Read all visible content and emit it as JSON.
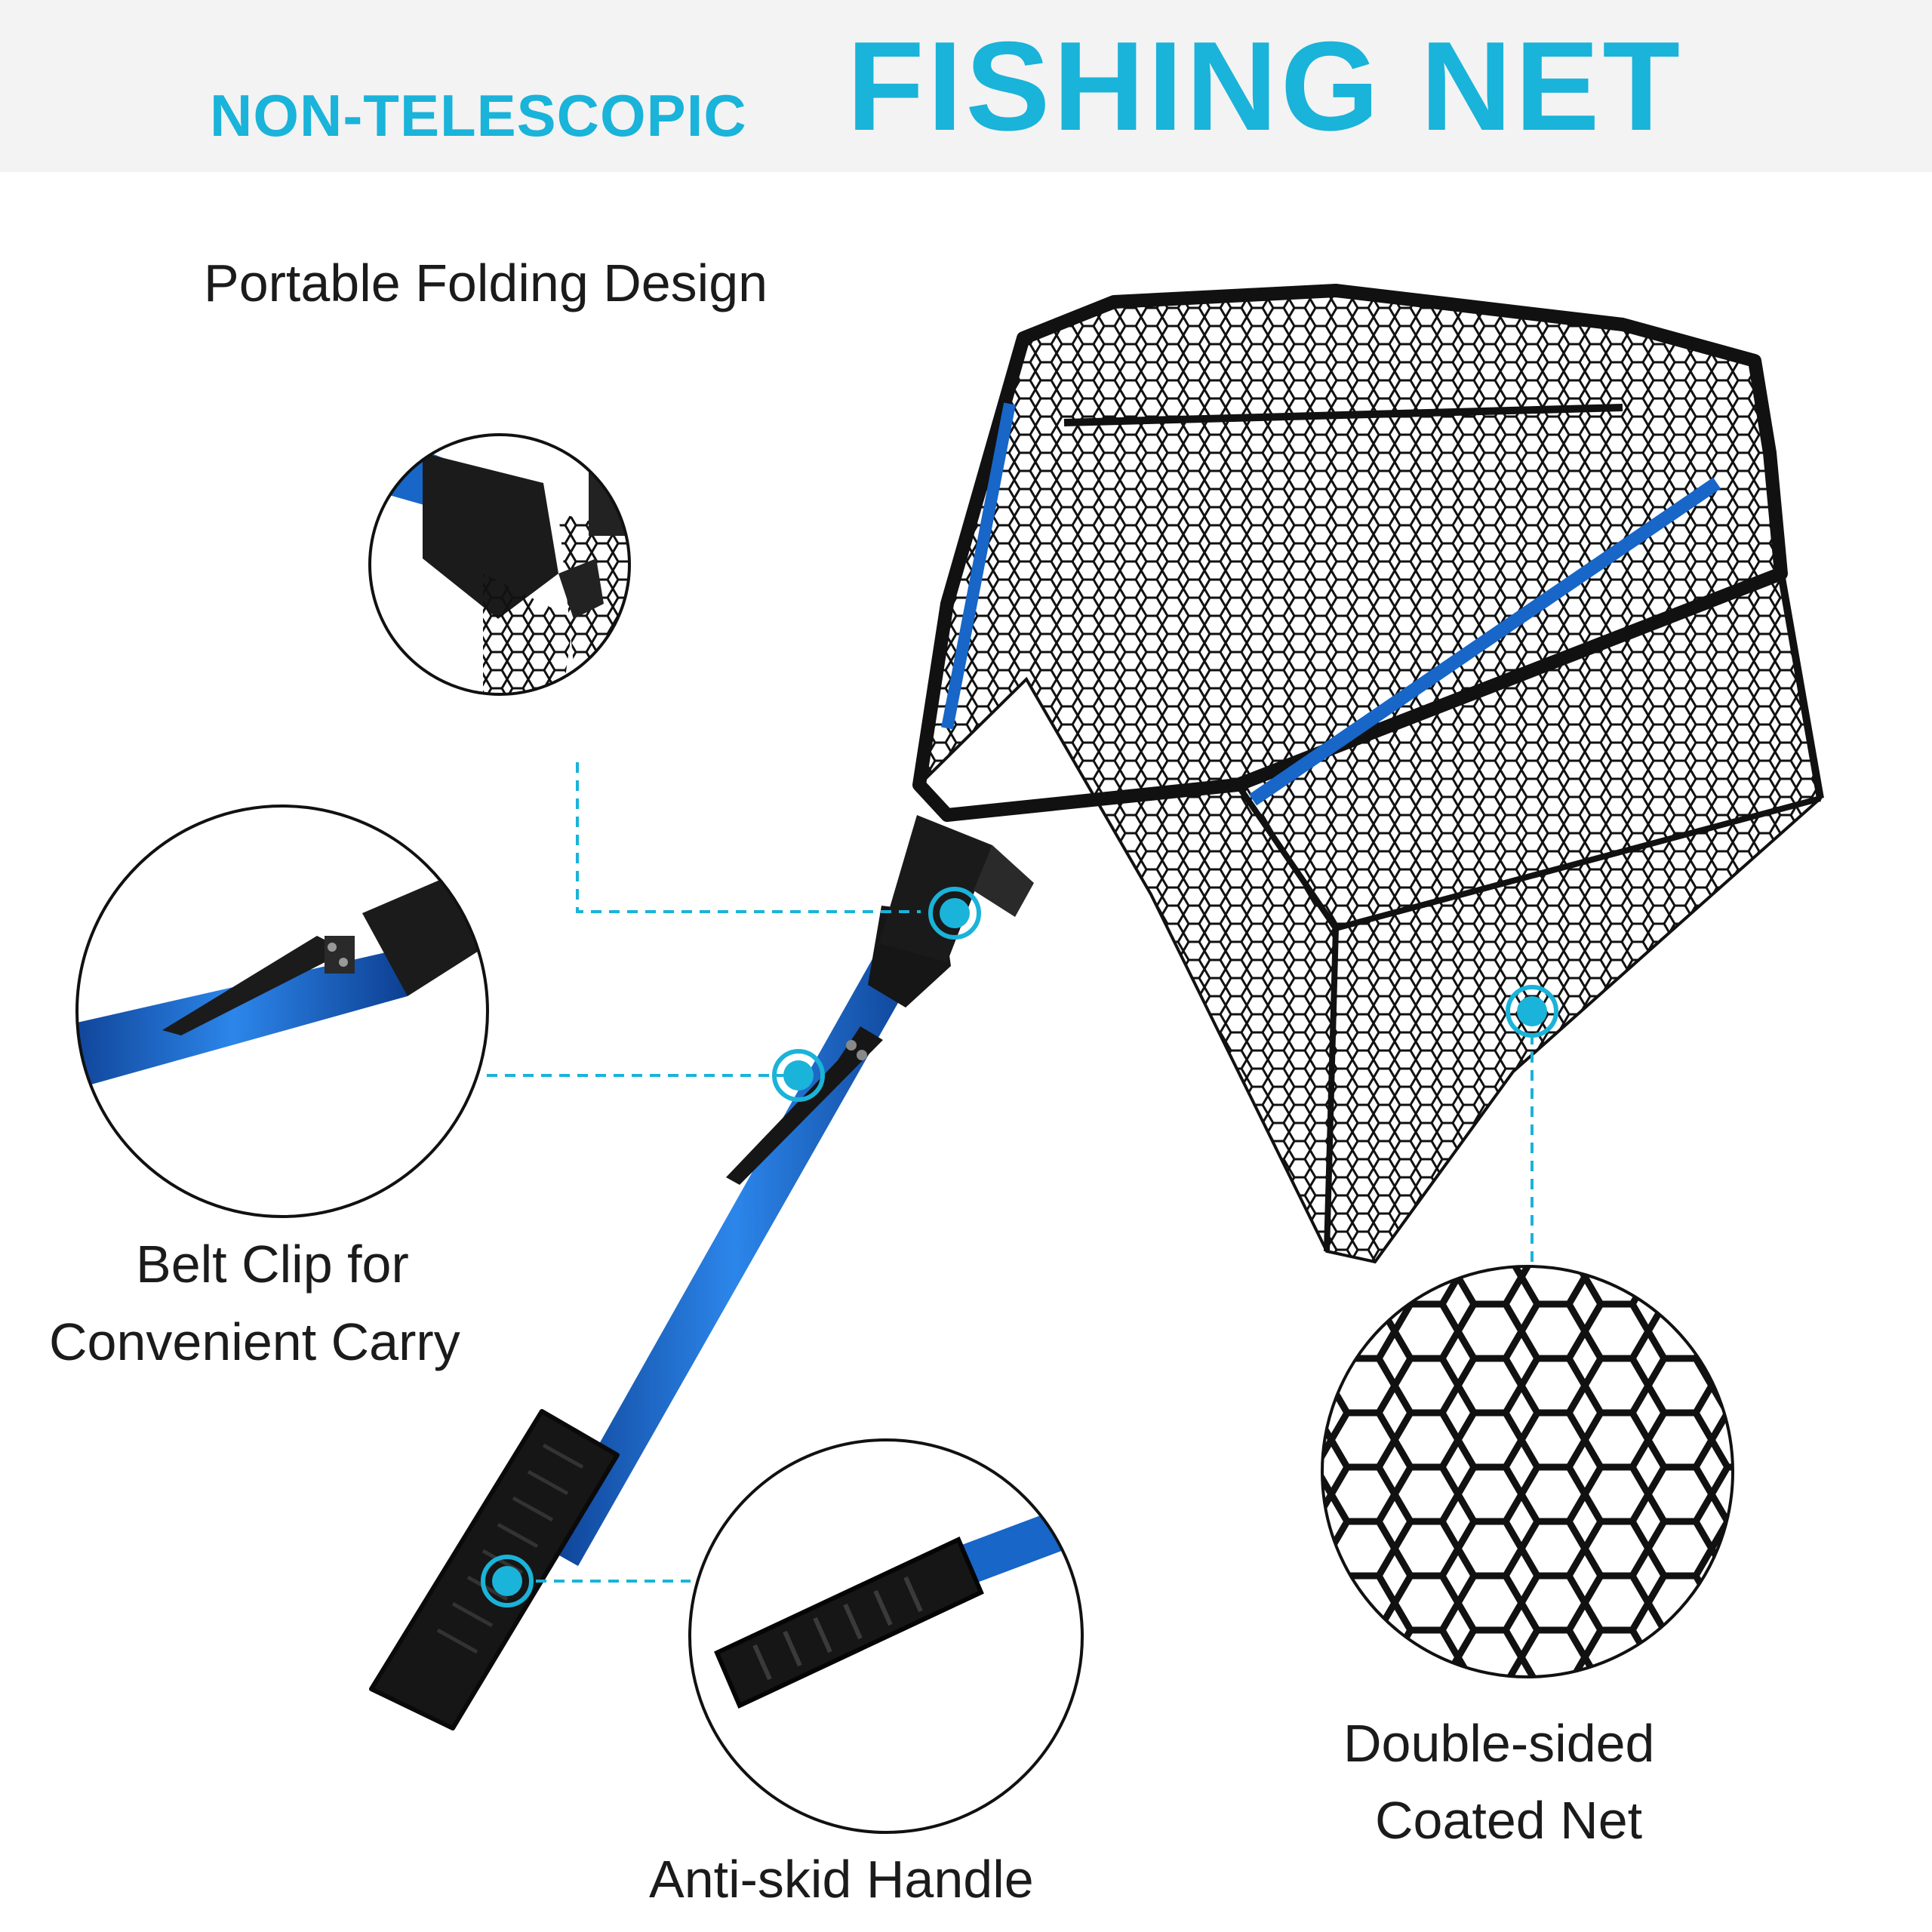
{
  "header": {
    "title_prefix": "NON-TELESCOPIC",
    "title_main": "FISHING NET"
  },
  "callouts": {
    "folding": "Portable Folding Design",
    "belt_clip_line1": "Belt Clip for",
    "belt_clip_line2": "Convenient Carry",
    "handle": "Anti-skid Handle",
    "net_line1": "Double-sided",
    "net_line2": "Coated Net"
  },
  "colors": {
    "accent": "#1ab3d9",
    "pole": "#1766c8",
    "rubber": "#1a1a1a"
  }
}
